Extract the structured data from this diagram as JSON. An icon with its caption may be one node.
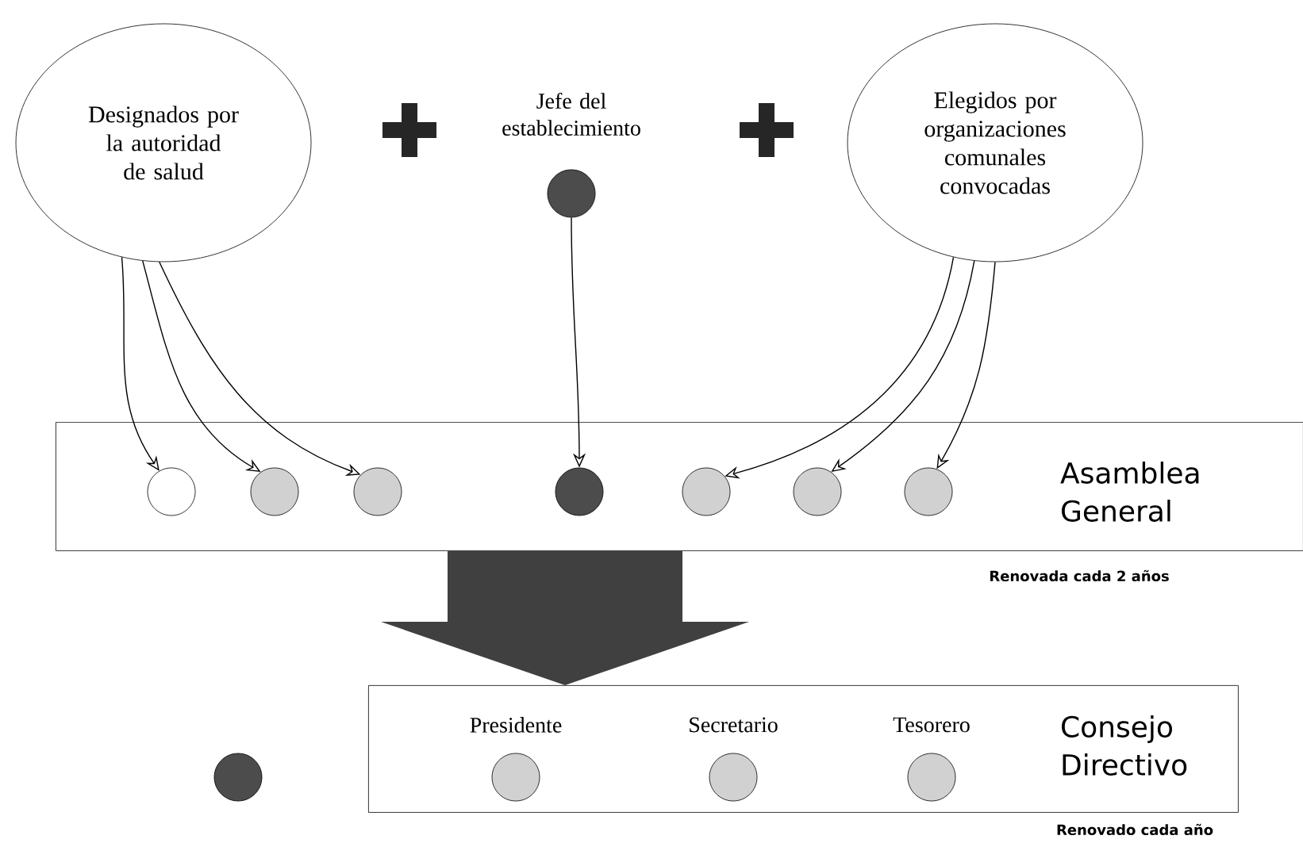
{
  "diagram": {
    "nodes": [
      {
        "text": [
          "Designados por la autoridad de salud"
        ]
      },
      {
        "text": [],
        "shape": "circle",
        "beside": [
          "Jefe del establecimiento"
        ]
      },
      {
        "text": [
          "Elegidos por organizaciones comunales convocadas"
        ]
      },
      {
        "text": [
          "Asamblea General"
        ],
        "beside": [
          "Renovada cada 2 años"
        ]
      },
      {
        "text": [],
        "shape": "circle",
        "in": 3
      },
      {
        "text": [],
        "shape": "circle",
        "in": 3
      },
      {
        "text": [],
        "shape": "circle",
        "in": 3
      },
      {
        "text": [],
        "shape": "circle",
        "in": 3
      },
      {
        "text": [],
        "shape": "circle",
        "in": 3
      },
      {
        "text": [],
        "shape": "circle",
        "in": 3
      },
      {
        "text": [],
        "shape": "circle",
        "in": 3
      },
      {
        "text": [
          "Consejo Directivo"
        ],
        "beside": [
          "Renovado cada año"
        ]
      },
      {
        "text": [],
        "shape": "circle",
        "in": 11,
        "beside": [
          "Presidente"
        ]
      },
      {
        "text": [],
        "shape": "circle",
        "in": 11,
        "beside": [
          "Secretario"
        ]
      },
      {
        "text": [],
        "shape": "circle",
        "in": 11,
        "beside": [
          "Tesorero"
        ]
      },
      {
        "text": [],
        "shape": "circle"
      }
    ],
    "edges": [
      {
        "from": 0,
        "to": 4,
        "arrow": "to"
      },
      {
        "from": 0,
        "to": 5,
        "arrow": "to"
      },
      {
        "from": 0,
        "to": 6,
        "arrow": "to"
      },
      {
        "from": 1,
        "to": 7,
        "arrow": "to"
      },
      {
        "from": 2,
        "to": 8,
        "arrow": "to"
      },
      {
        "from": 2,
        "to": 9,
        "arrow": "to"
      },
      {
        "from": 2,
        "to": 10,
        "arrow": "to"
      },
      {
        "from": 3,
        "to": 11,
        "arrow": "to",
        "style": "thick"
      }
    ]
  }
}
